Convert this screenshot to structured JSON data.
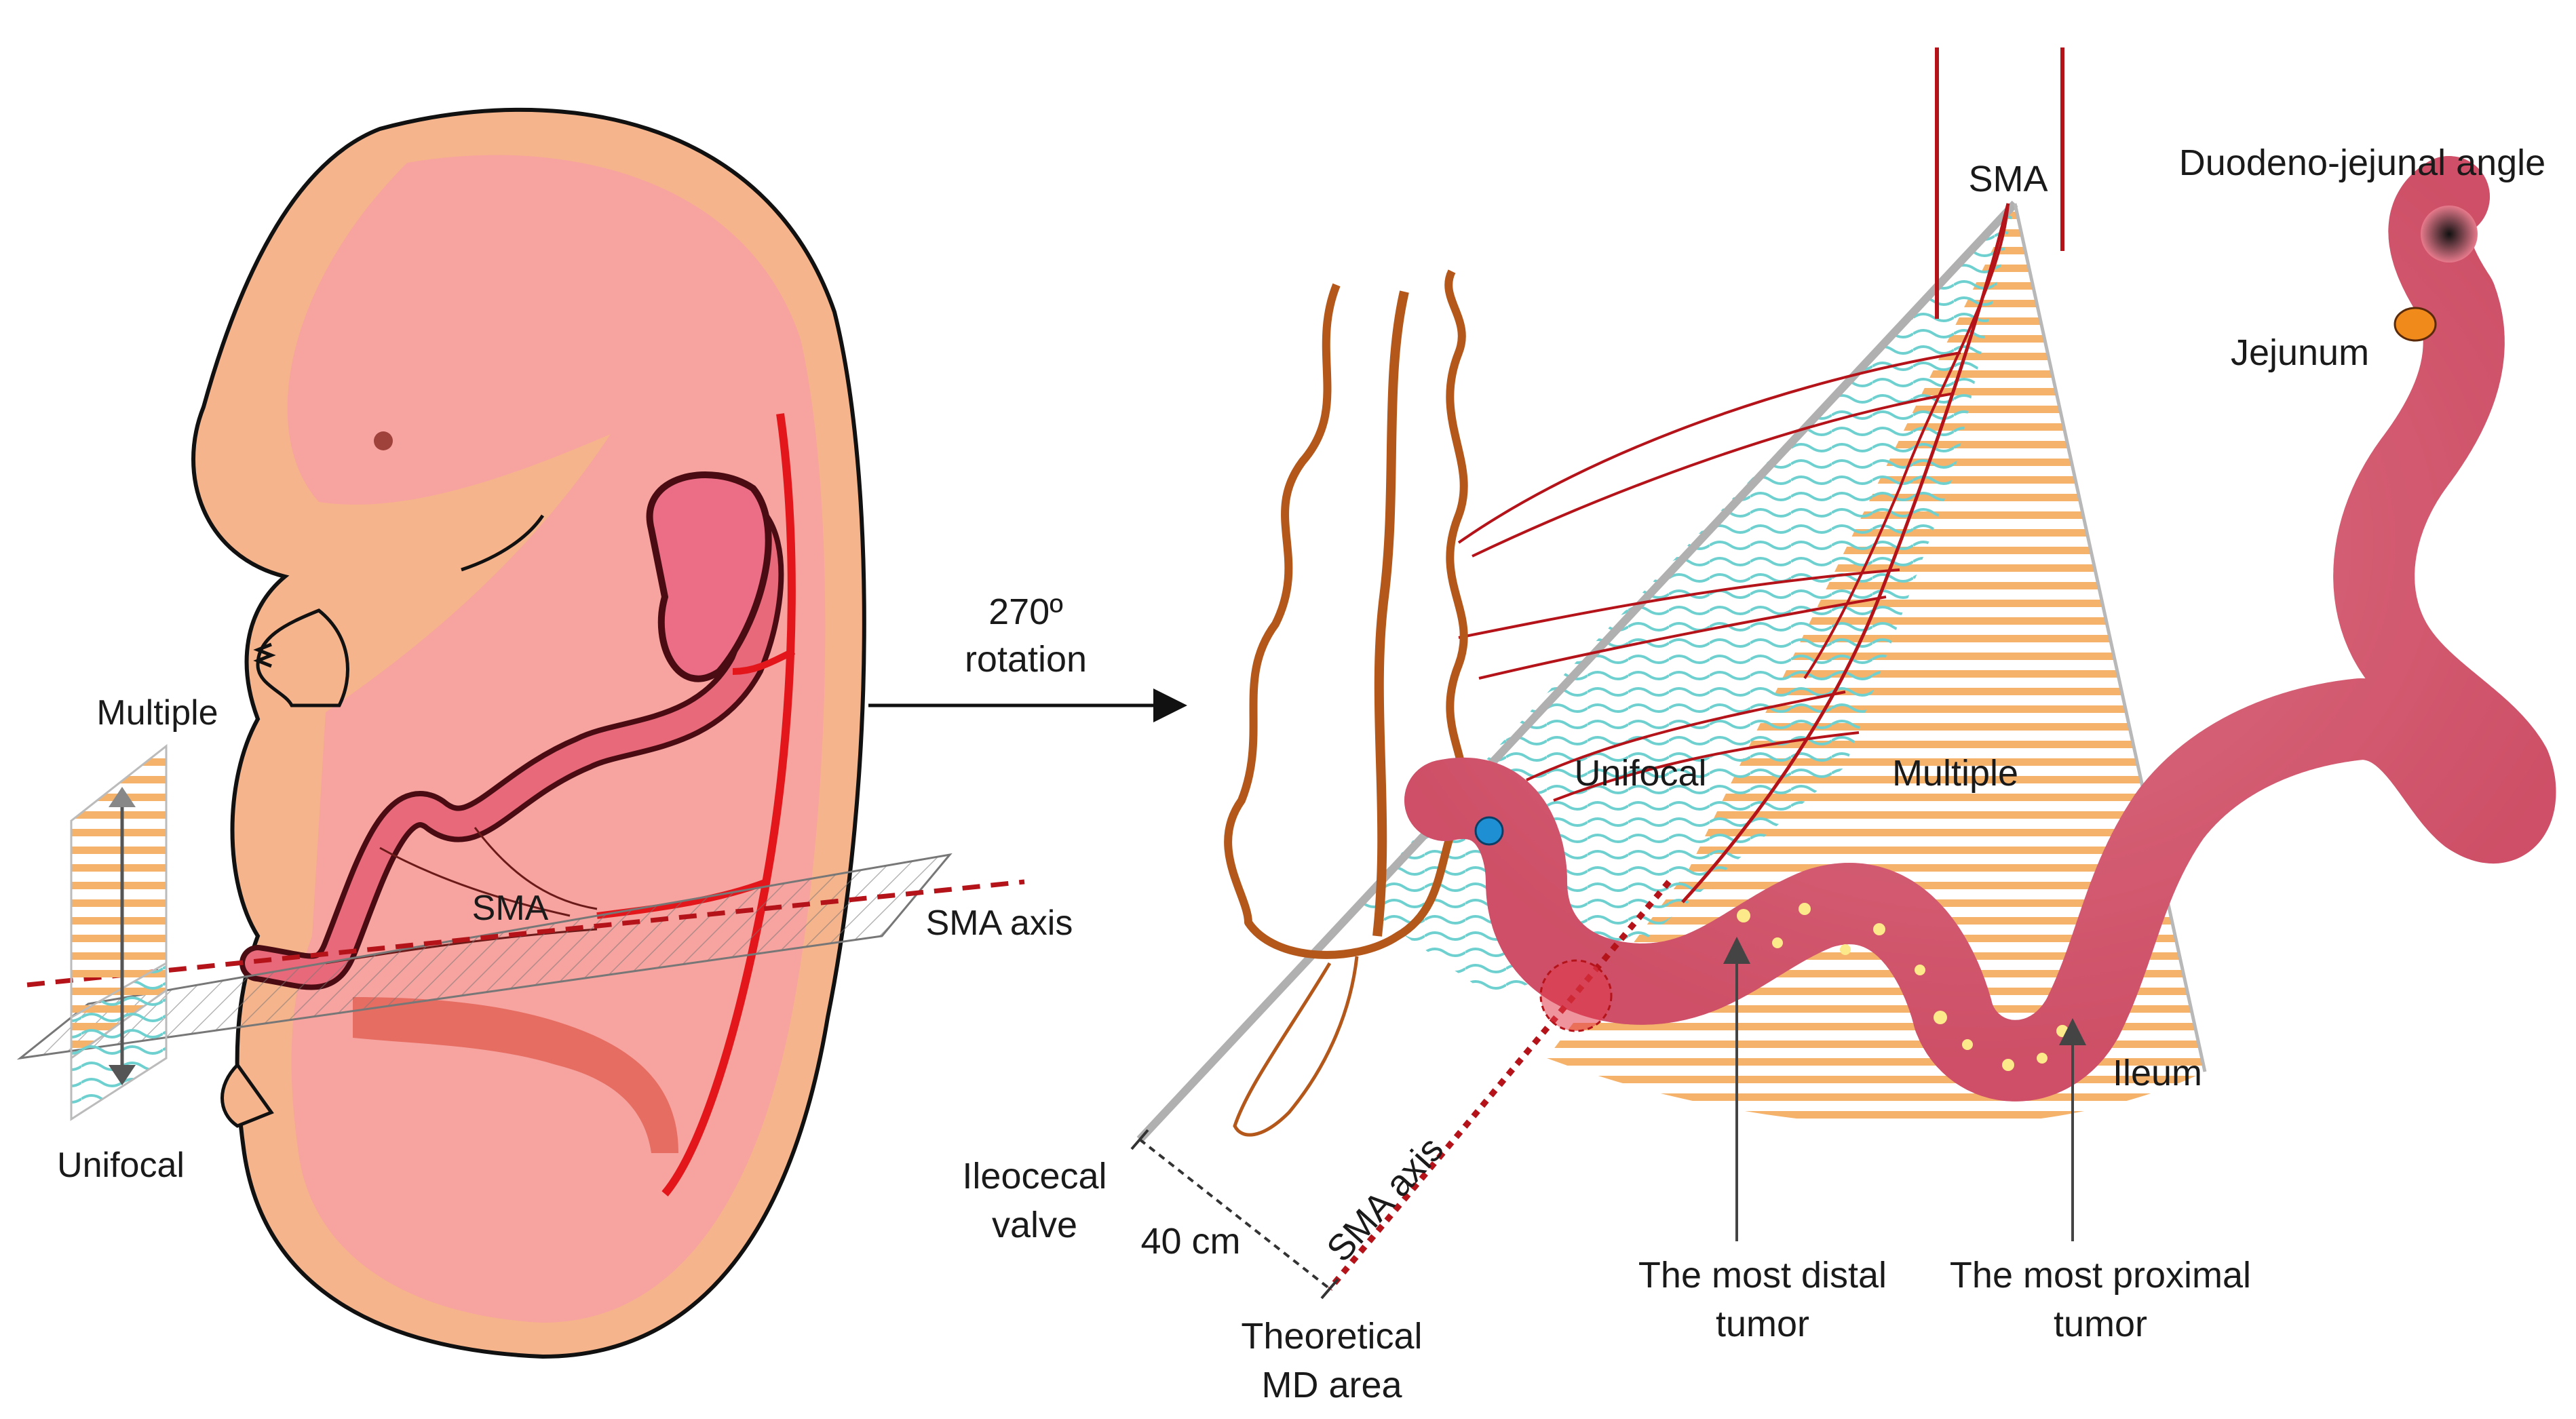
{
  "left_panel": {
    "multiple_label": "Multiple",
    "unifocal_label": "Unifocal",
    "sma_label": "SMA",
    "sma_axis_label": "SMA axis"
  },
  "arrow": {
    "line1": "270º",
    "line2": "rotation"
  },
  "right_panel": {
    "sma_label": "SMA",
    "duodeno_jejunal_label": "Duodeno-jejunal angle",
    "jejunum_label": "Jejunum",
    "unifocal_label": "Unifocal",
    "multiple_label": "Multiple",
    "ileum_label": "Ileum",
    "ileocecal_line1": "Ileocecal",
    "ileocecal_line2": "valve",
    "distance_label": "40 cm",
    "sma_axis_label": "SMA axis",
    "theoretical_line1": "Theoretical",
    "theoretical_line2": "MD area",
    "distal_line1": "The most distal",
    "distal_line2": "tumor",
    "proximal_line1": "The most proximal",
    "proximal_line2": "tumor"
  },
  "colors": {
    "embryo_skin": "#f6b48c",
    "embryo_body": "#f7a39f",
    "gut": "#e8697a",
    "artery": "#e3171b",
    "hatch_orange": "#f5b26b",
    "hatch_teal": "#6fd0d0",
    "intestine": "#e77a8c",
    "colon": "#b4571b"
  }
}
